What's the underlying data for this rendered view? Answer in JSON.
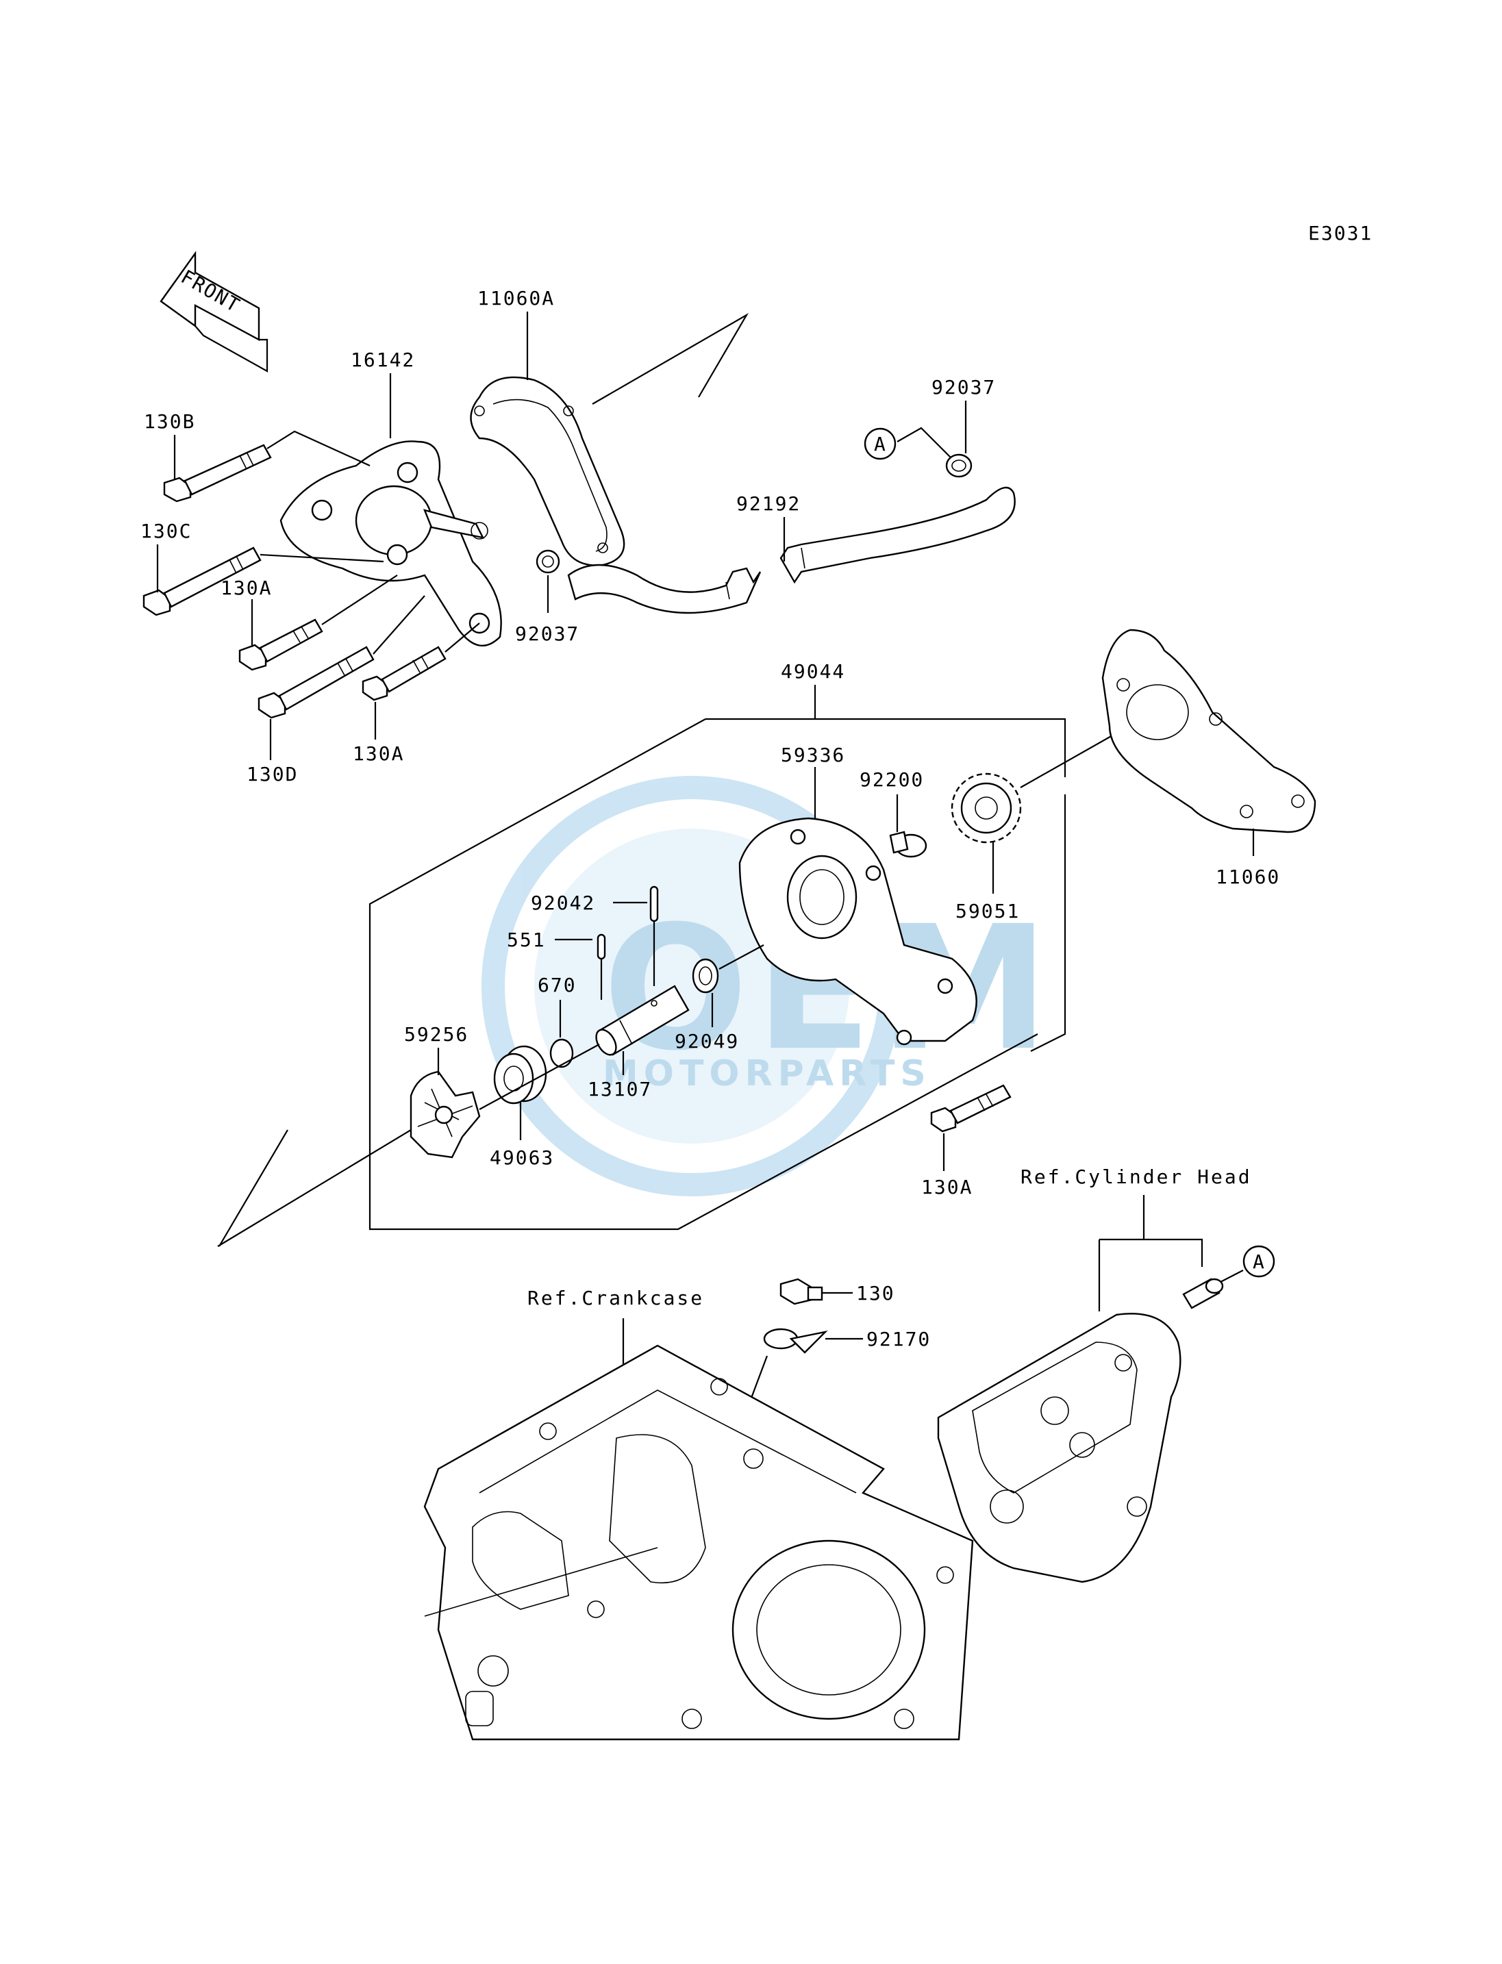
{
  "diagram_code": "E3031",
  "front_arrow_label": "FRONT",
  "reference_labels": {
    "cylinder_head": "Ref.Cylinder Head",
    "crankcase": "Ref.Crankcase"
  },
  "marker_letter": "A",
  "watermark": {
    "brand": "OEM",
    "subtitle": "MOTORPARTS",
    "color": "#9cc8e6"
  },
  "parts": {
    "p11060A": "11060A",
    "p16142": "16142",
    "p130B": "130B",
    "p130C": "130C",
    "p130A_1": "130A",
    "p130D": "130D",
    "p130A_2": "130A",
    "p92037_1": "92037",
    "p92192": "92192",
    "p92037_2": "92037",
    "p49044": "49044",
    "p59336": "59336",
    "p92200": "92200",
    "p59051": "59051",
    "p11060": "11060",
    "p92042": "92042",
    "p551": "551",
    "p670": "670",
    "p92049": "92049",
    "p59256": "59256",
    "p13107": "13107",
    "p49063": "49063",
    "p130A_3": "130A",
    "p130": "130",
    "p92170": "92170"
  }
}
